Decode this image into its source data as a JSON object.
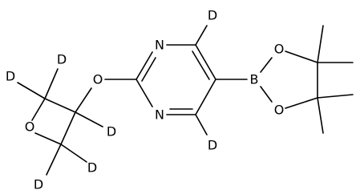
{
  "structure": {
    "atoms": {
      "n_upper": "N",
      "n_lower": "N",
      "o_ether": "O",
      "o_oxetane": "O",
      "o_boron_upper": "O",
      "o_boron_lower": "O",
      "boron": "B",
      "d_ring_top": "D",
      "d_ring_bottom": "D",
      "d_oxetane_ch2_top_left": "D",
      "d_oxetane_ch2_top_right": "D",
      "d_oxetane_ch": "D",
      "d_oxetane_ch2_bottom_right": "D",
      "d_oxetane_ch2_bottom_left": "D"
    }
  }
}
